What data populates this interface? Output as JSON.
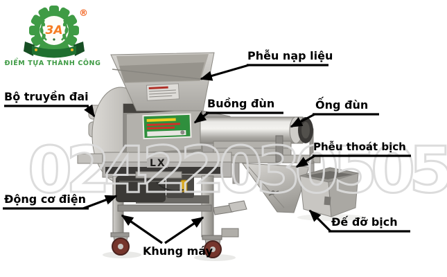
{
  "logo": {
    "brand": "3A",
    "registered_mark": "®",
    "slogan": "ĐIỂM TỰA THÀNH CÔNG",
    "colors": {
      "gear_green": "#3f9b45",
      "brand_orange": "#f57c21",
      "ribbon_green": "#1f7030"
    }
  },
  "watermark": {
    "text": "02422030505",
    "color": "#dadada"
  },
  "diagram": {
    "machine_marking": "LX",
    "labels": [
      {
        "id": "phieu-nap-lieu",
        "text": "Phễu nạp liệu"
      },
      {
        "id": "bo-truyen-dai",
        "text": "Bộ truyền đai"
      },
      {
        "id": "buong-dun",
        "text": "Buồng đùn"
      },
      {
        "id": "ong-dun",
        "text": "Ống đùn"
      },
      {
        "id": "phieu-thoat-bich",
        "text": "Phễu thoát bịch"
      },
      {
        "id": "dong-co-dien",
        "text": "Động cơ điện"
      },
      {
        "id": "khung-may",
        "text": "Khung máy"
      },
      {
        "id": "de-do-bich",
        "text": "Đế đỡ bịch"
      }
    ]
  }
}
